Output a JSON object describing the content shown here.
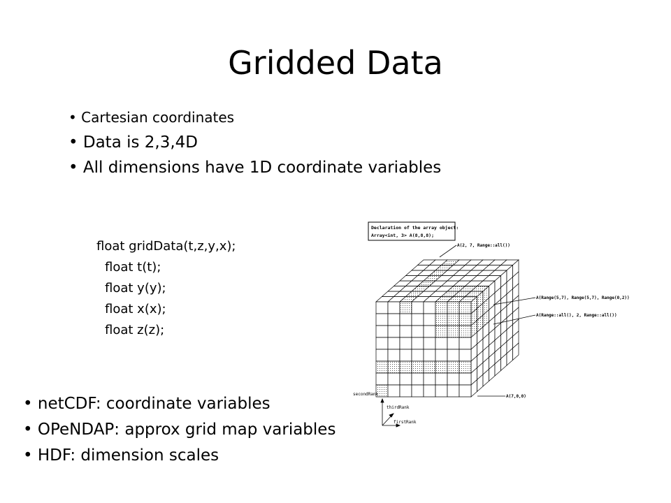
{
  "slide": {
    "title": "Gridded Data",
    "top_bullets": [
      "• Cartesian coordinates",
      "• Data is 2,3,4D",
      "• All dimensions have 1D coordinate variables"
    ],
    "code_lines": [
      "float gridData(t,z,y,x);",
      "float t(t);",
      "float y(y);",
      "float x(x);",
      "float z(z);"
    ],
    "bottom_bullets": [
      "• netCDF: coordinate variables",
      "• OPeNDAP: approx grid map variables",
      "• HDF: dimension scales"
    ]
  },
  "diagram": {
    "declaration_title": "Declaration of the array object:",
    "declaration_code": "Array<int, 3> A(8,8,8);",
    "callouts": [
      "A(2, 7, Range::all())",
      "A(Range(5,7), Range(5,7), Range(0,2))",
      "A(Range::all(), 2, Range::all())",
      "A(7,0,0)"
    ],
    "axes": {
      "second": "secondRank",
      "third": "thirdRank",
      "first": "firstRank"
    }
  }
}
